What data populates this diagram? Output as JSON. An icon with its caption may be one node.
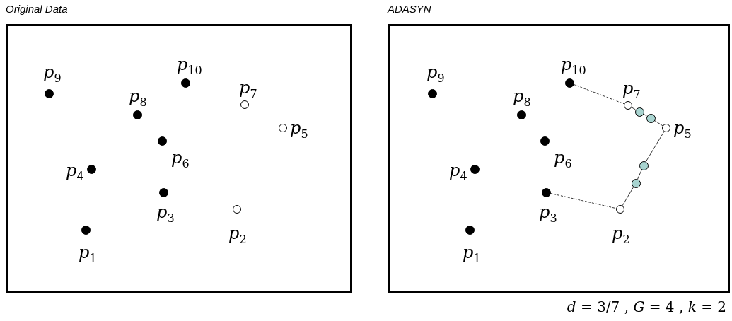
{
  "diagram": {
    "nodes": [
      {
        "text": [
          "Original Data"
        ]
      },
      {
        "text": [
          "p$_{10}$"
        ],
        "in": 0
      },
      {
        "text": [
          "p$_{9}$"
        ],
        "in": 0
      },
      {
        "text": [
          "p$_{7}$"
        ],
        "in": 0
      },
      {
        "text": [
          "p$_{8}$"
        ],
        "in": 0
      },
      {
        "text": [
          "p$_{5}$"
        ],
        "in": 0
      },
      {
        "text": [
          "p$_{6}$"
        ],
        "in": 0
      },
      {
        "text": [
          "p$_{4}$"
        ],
        "in": 0
      },
      {
        "text": [
          "p$_{3}$"
        ],
        "in": 0
      },
      {
        "text": [
          "p$_{2}$"
        ],
        "in": 0
      },
      {
        "text": [
          "p$_{1}$"
        ],
        "in": 0
      },
      {
        "text": [
          "ADASYN"
        ]
      },
      {
        "text": [
          "p$_{10}$"
        ],
        "in": 11
      },
      {
        "text": [
          "p$_{9}$"
        ],
        "in": 11
      },
      {
        "text": [
          "p$_{7}$"
        ],
        "in": 11
      },
      {
        "text": [
          "p$_{8}$"
        ],
        "in": 11
      },
      {
        "text": [
          "p$_{5}$"
        ],
        "in": 11
      },
      {
        "text": [
          "p$_{6}$"
        ],
        "in": 11
      },
      {
        "text": [
          "p$_{4}$"
        ],
        "in": 11
      },
      {
        "text": [
          "p$_{3}$"
        ],
        "in": 11
      },
      {
        "text": [
          "p$_{2}$"
        ],
        "in": 11
      },
      {
        "text": [
          "p$_{1}$"
        ],
        "in": 11
      },
      {
        "text": [],
        "shape": "circle",
        "in": 11
      },
      {
        "text": [],
        "shape": "circle",
        "in": 11
      },
      {
        "text": [],
        "shape": "circle",
        "in": 11
      },
      {
        "text": [],
        "shape": "circle",
        "in": 11
      }
    ],
    "edges": [
      {
        "from": 12,
        "to": 14,
        "arrow": "none",
        "style": "dashed"
      },
      {
        "from": 14,
        "to": 22,
        "arrow": "none"
      },
      {
        "from": 22,
        "to": 23,
        "arrow": "none"
      },
      {
        "from": 23,
        "to": 16,
        "arrow": "none"
      },
      {
        "from": 16,
        "to": 24,
        "arrow": "none"
      },
      {
        "from": 24,
        "to": 25,
        "arrow": "none"
      },
      {
        "from": 25,
        "to": 20,
        "arrow": "none"
      },
      {
        "from": 19,
        "to": 20,
        "arrow": "none",
        "style": "dashed"
      }
    ],
    "labels": [
      "*d* = 3/7 , *G* = 4 , *k* = 2"
    ]
  }
}
